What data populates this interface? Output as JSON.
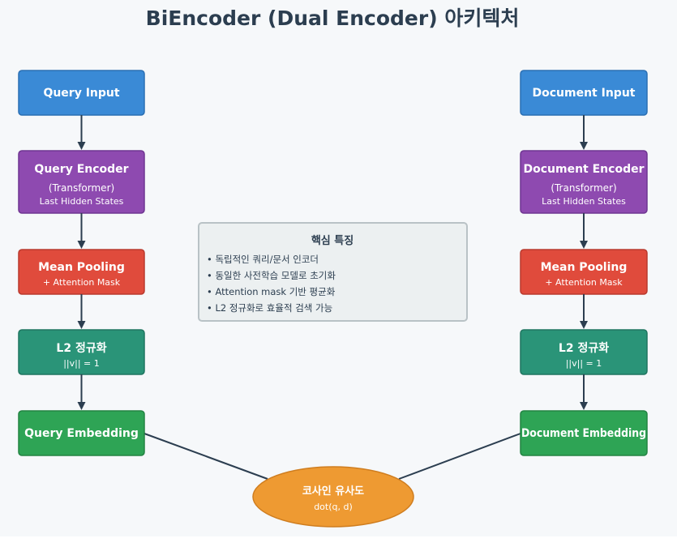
{
  "title": "BiEncoder (Dual Encoder) 아키텍처",
  "colors": {
    "input": "#3a8ad6",
    "input_border": "#2a6fb3",
    "encoder": "#8e4ab0",
    "encoder_border": "#6f3591",
    "pooling": "#e04b3c",
    "pooling_border": "#b93a2e",
    "norm": "#2a9478",
    "norm_border": "#1f7560",
    "embedding": "#2ea455",
    "embedding_border": "#238443",
    "similarity": "#ee9a32",
    "similarity_border": "#cf7d1f",
    "arrow": "#2c3e50"
  },
  "query": {
    "input": "Query Input",
    "encoder": "Query Encoder",
    "encoder_sub1": "(Transformer)",
    "encoder_sub2": "Last Hidden States",
    "pooling": "Mean Pooling",
    "pooling_sub": "+ Attention Mask",
    "norm": "L2 정규화",
    "norm_sub": "||v|| = 1",
    "embedding": "Query Embedding"
  },
  "document": {
    "input": "Document Input",
    "encoder": "Document Encoder",
    "encoder_sub1": "(Transformer)",
    "encoder_sub2": "Last Hidden States",
    "pooling": "Mean Pooling",
    "pooling_sub": "+ Attention Mask",
    "norm": "L2 정규화",
    "norm_sub": "||v|| = 1",
    "embedding": "Document Embedding"
  },
  "features": {
    "title": "핵심 특징",
    "items": [
      "• 독립적인 쿼리/문서 인코더",
      "• 동일한 사전학습 모델로 초기화",
      "• Attention mask 기반 평균화",
      "• L2 정규화로 효율적 검색 가능"
    ]
  },
  "similarity": {
    "title": "코사인 유사도",
    "sub": "dot(q, d)"
  }
}
